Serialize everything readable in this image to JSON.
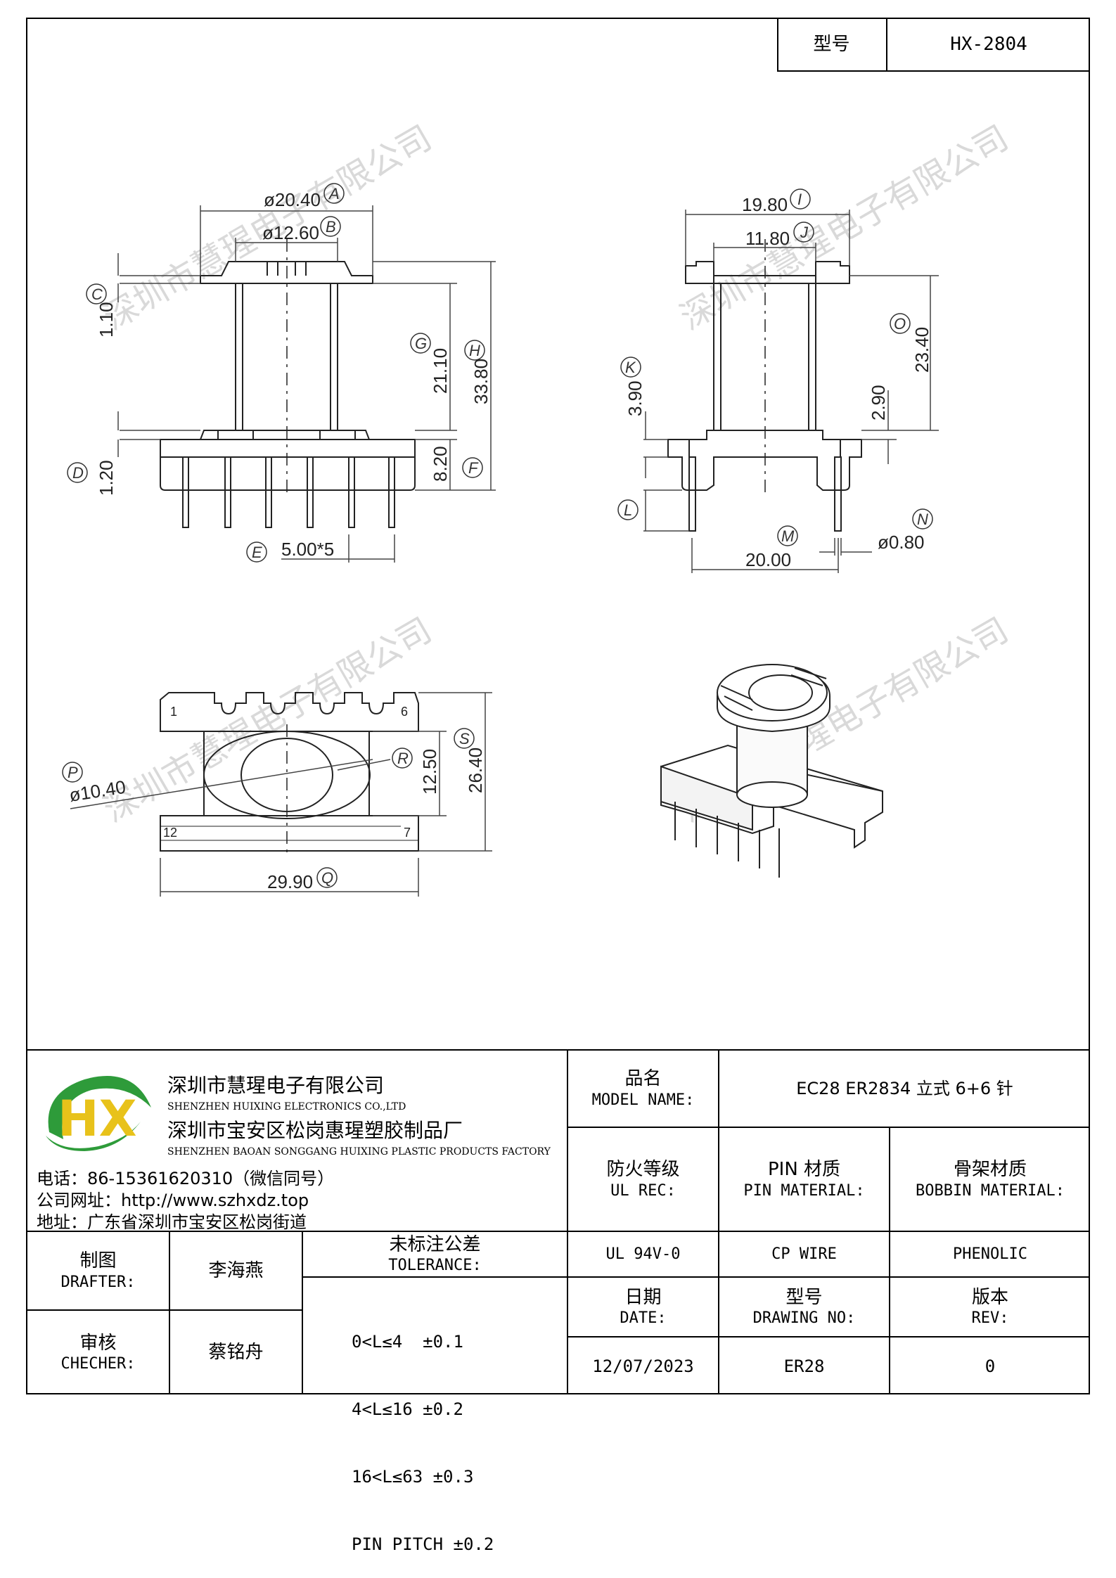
{
  "header": {
    "model_label": "型号",
    "model_value": "HX-2804"
  },
  "watermark": "深圳市慧瑆电子有限公司",
  "dims": {
    "A": "A",
    "B": "B",
    "C": "C",
    "D": "D",
    "E": "E",
    "F": "F",
    "G": "G",
    "H": "H",
    "I": "I",
    "J": "J",
    "K": "K",
    "L": "L",
    "M": "M",
    "N": "N",
    "O": "O",
    "P": "P",
    "Q": "Q",
    "R": "R",
    "S": "S",
    "a_val": "ø20.40",
    "b_val": "ø12.60",
    "c_val": "1.10",
    "d_val": "1.20",
    "e_val": "5.00*5",
    "f_val": "8.20",
    "g_val": "21.10",
    "h_val": "33.80",
    "i_val": "19.80",
    "j_val": "11.80",
    "k_val": "3.90",
    "o_val": "23.40",
    "o2_val": "2.90",
    "m_val": "20.00",
    "n_val": "ø0.80",
    "p_val": "ø10.40",
    "r_val": "12.50",
    "s_val": "26.40",
    "q_val": "29.90",
    "pin1": "1",
    "pin6": "6",
    "pin12": "12",
    "pin7": "7"
  },
  "company": {
    "logo": "HX",
    "name_cn": "深圳市慧瑆电子有限公司",
    "name_en": "SHENZHEN HUIXING ELECTRONICS CO.,LTD",
    "factory_cn": "深圳市宝安区松岗惠瑆塑胶制品厂",
    "factory_en": "SHENZHEN BAOAN SONGGANG HUIXING PLASTIC PRODUCTS FACTORY",
    "phone": "电话：86-15361620310（微信同号）",
    "website": "公司网址：http://www.szhxdz.top",
    "address": "地址：广东省深圳市宝安区松岗街道"
  },
  "titleblock": {
    "model_name_cn": "品名",
    "model_name_en": "MODEL NAME:",
    "model_name_value": "EC28 ER2834 立式 6+6 针",
    "ul_cn": "防火等级",
    "ul_en": "UL REC:",
    "pin_cn": "PIN 材质",
    "pin_en": "PIN MATERIAL:",
    "bobbin_cn": "骨架材质",
    "bobbin_en": "BOBBIN MATERIAL:",
    "ul_value": "UL 94V-0",
    "pin_value": "CP WIRE",
    "bobbin_value": "PHENOLIC",
    "date_cn": "日期",
    "date_en": "DATE:",
    "drawing_cn": "型号",
    "drawing_en": "DRAWING NO:",
    "rev_cn": "版本",
    "rev_en": "REV:",
    "date_value": "12/07/2023",
    "drawing_value": "ER28",
    "rev_value": "0",
    "drafter_cn": "制图",
    "drafter_en": "DRAFTER:",
    "drafter_name": "李海燕",
    "checker_cn": "审核",
    "checker_en": "CHECHER:",
    "checker_name": "蔡铭舟",
    "tol_cn": "未标注公差",
    "tol_en": "TOLERANCE:",
    "tol_lines": [
      "0<L≤4  ±0.1",
      "4<L≤16 ±0.2",
      "16<L≤63 ±0.3",
      "PIN PITCH ±0.2"
    ]
  },
  "colors": {
    "logo_green": "#2e9b3a",
    "logo_yellow": "#e8c21a",
    "line": "#000000"
  }
}
